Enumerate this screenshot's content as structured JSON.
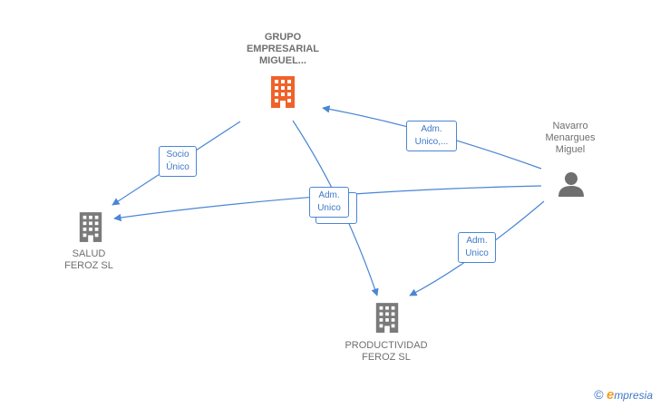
{
  "nodes": {
    "grupo": {
      "label": "GRUPO\nEMPRESARIAL\nMIGUEL...",
      "color": "#f0622a",
      "icon": "building-icon"
    },
    "salud": {
      "label": "SALUD\nFEROZ  SL",
      "color": "#7a7a7a",
      "icon": "building-icon"
    },
    "productividad": {
      "label": "PRODUCTIVIDAD\nFEROZ  SL",
      "color": "#7a7a7a",
      "icon": "building-icon"
    },
    "navarro": {
      "label": "Navarro\nMenargues\nMiguel",
      "color": "#6f6f6f",
      "icon": "person-icon"
    }
  },
  "edges": {
    "socio_unico": "Socio\nÚnico",
    "adm_unico_navarro_grupo": "Adm.\nUnico,...",
    "adm_unico_center": "Adm.\nUnico",
    "adm_unico_navarro_prod": "Adm.\nUnico"
  },
  "colors": {
    "edge": "#4a86d4"
  },
  "brand": {
    "copyright": "©",
    "initial": "e",
    "name": "mpresia"
  }
}
